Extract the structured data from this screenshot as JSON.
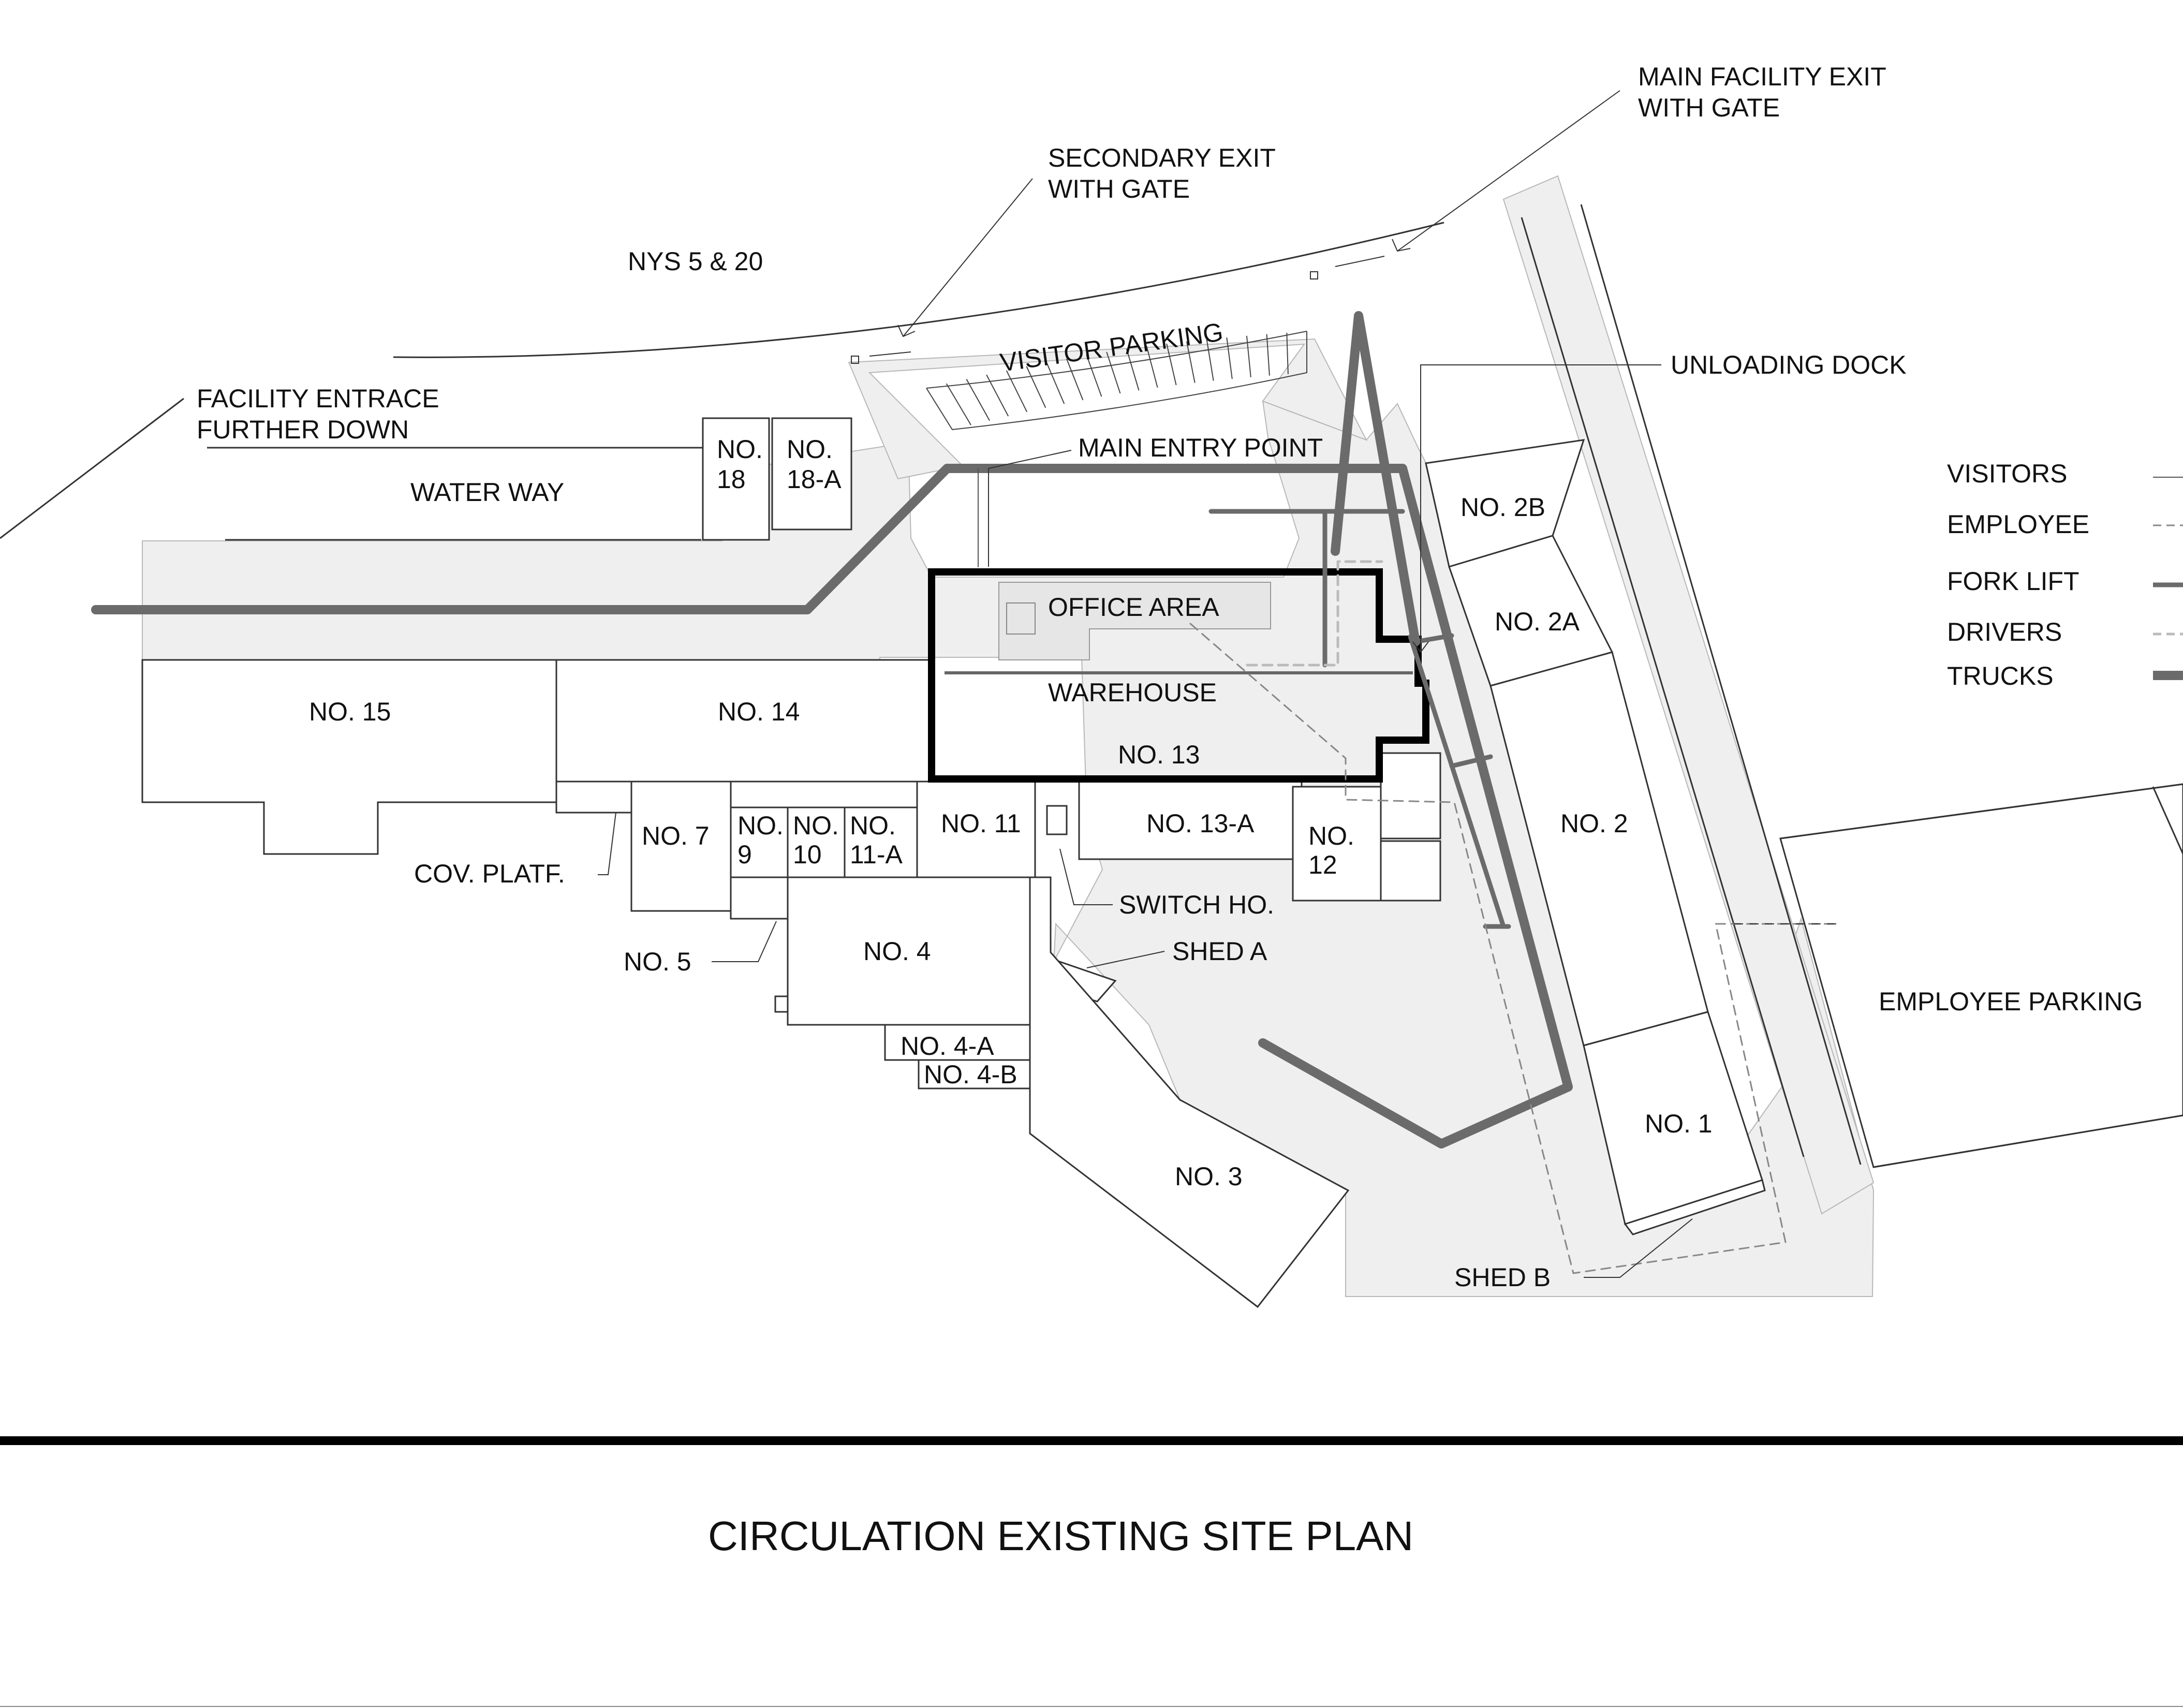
{
  "drawing_title": "CIRCULATION EXISTING SITE PLAN",
  "legend": {
    "visitors": "VISITORS",
    "employee": "EMPLOYEE",
    "fork_lift": "FORK LIFT",
    "drivers": "DRIVERS",
    "trucks": "TRUCKS"
  },
  "roads": {
    "highway": "NYS 5 & 20",
    "waterway": "WATER WAY"
  },
  "callouts": {
    "facility_entrance": [
      "FACILITY ENTRACE",
      "FURTHER DOWN"
    ],
    "secondary_exit": [
      "SECONDARY EXIT",
      "WITH GATE"
    ],
    "main_exit": [
      "MAIN FACILITY EXIT",
      "WITH GATE"
    ],
    "unloading_dock": "UNLOADING DOCK",
    "main_entry": "MAIN ENTRY POINT",
    "visitor_parking": "VISITOR PARKING",
    "employee_parking": "EMPLOYEE PARKING",
    "cov_platf": "COV. PLATF.",
    "switch_ho": "SWITCH HO.",
    "shed_a": "SHED A",
    "shed_b": "SHED B",
    "no5": "NO. 5"
  },
  "buildings": {
    "no1": "NO. 1",
    "no2": "NO. 2",
    "no2a": "NO. 2A",
    "no2b": "NO. 2B",
    "no3": "NO. 3",
    "no4": "NO. 4",
    "no4a": "NO. 4-A",
    "no4b": "NO. 4-B",
    "no7": "NO. 7",
    "no9": [
      "NO.",
      "9"
    ],
    "no10": [
      "NO.",
      "10"
    ],
    "no11a": [
      "NO.",
      "11-A"
    ],
    "no11": "NO. 11",
    "no12": [
      "NO.",
      "12"
    ],
    "no13": "NO. 13",
    "no13a": "NO. 13-A",
    "no14": "NO. 14",
    "no15": "NO.  15",
    "no18": [
      "NO.",
      "18"
    ],
    "no18a": [
      "NO.",
      "18-A"
    ],
    "office": "OFFICE AREA",
    "warehouse": "WAREHOUSE"
  }
}
